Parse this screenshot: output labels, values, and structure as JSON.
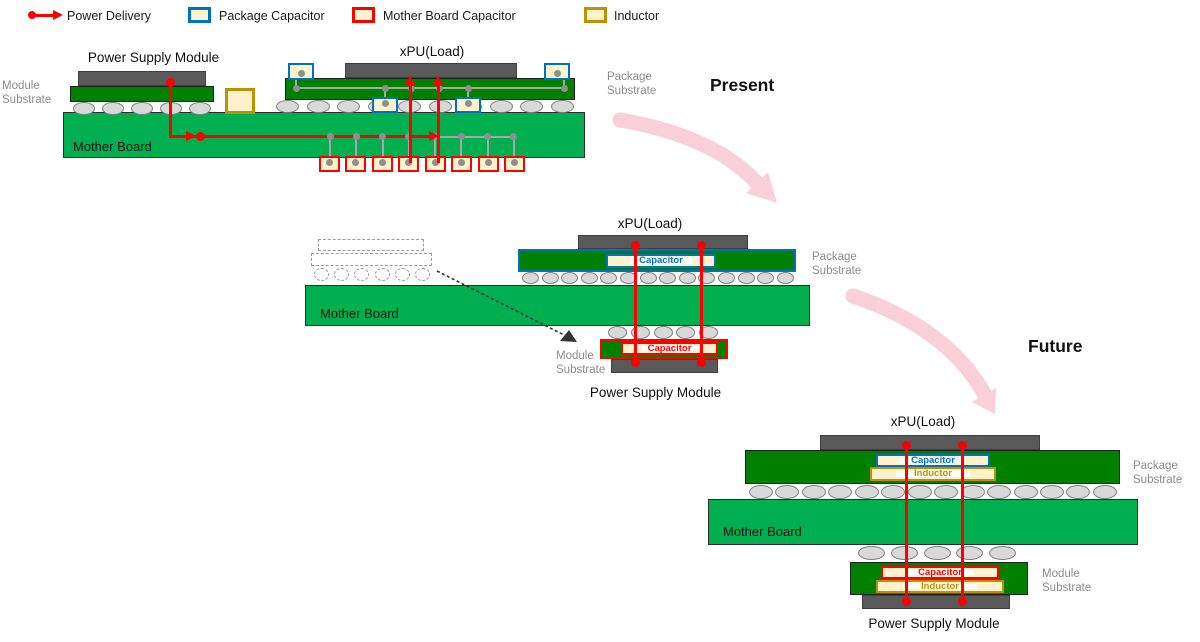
{
  "legend": {
    "power_delivery": "Power Delivery",
    "package_capacitor": "Package Capacitor",
    "mother_board_capacitor": "Mother Board Capacitor",
    "inductor": "Inductor"
  },
  "present": {
    "title": "Present",
    "power_supply_module": "Power Supply Module",
    "xpu": "xPU(Load)",
    "module_substrate": "Module\nSubstrate",
    "package_substrate": "Package\nSubstrate",
    "mother_board": "Mother Board"
  },
  "intermediate": {
    "xpu": "xPU(Load)",
    "package_capacitor": "Capacitor",
    "module_capacitor": "Capacitor",
    "mother_board": "Mother Board",
    "module_substrate": "Module\nSubstrate",
    "package_substrate": "Package\nSubstrate",
    "power_supply_module": "Power Supply Module"
  },
  "future": {
    "title": "Future",
    "xpu": "xPU(Load)",
    "package_capacitor": "Capacitor",
    "package_inductor": "Inductor",
    "module_capacitor": "Capacitor",
    "module_inductor": "Inductor",
    "mother_board": "Mother Board",
    "module_substrate": "Module\nSubstrate",
    "package_substrate": "Package\nSubstrate",
    "power_supply_module": "Power Supply Module"
  },
  "colors": {
    "mother_board_green": "#00B050",
    "substrate_green": "#008000",
    "chip_gray": "#595959",
    "ball_gray": "#D9D9D9",
    "component_cream": "#FFF2CC",
    "package_capacitor_blue": "#0070C0",
    "mother_board_capacitor_red": "#FF0000",
    "inductor_gold": "#BF9000",
    "power_delivery_red": "#FF0000",
    "transition_arrow_pink": "#F9CFDA",
    "label_gray": "#8C8C8C"
  }
}
